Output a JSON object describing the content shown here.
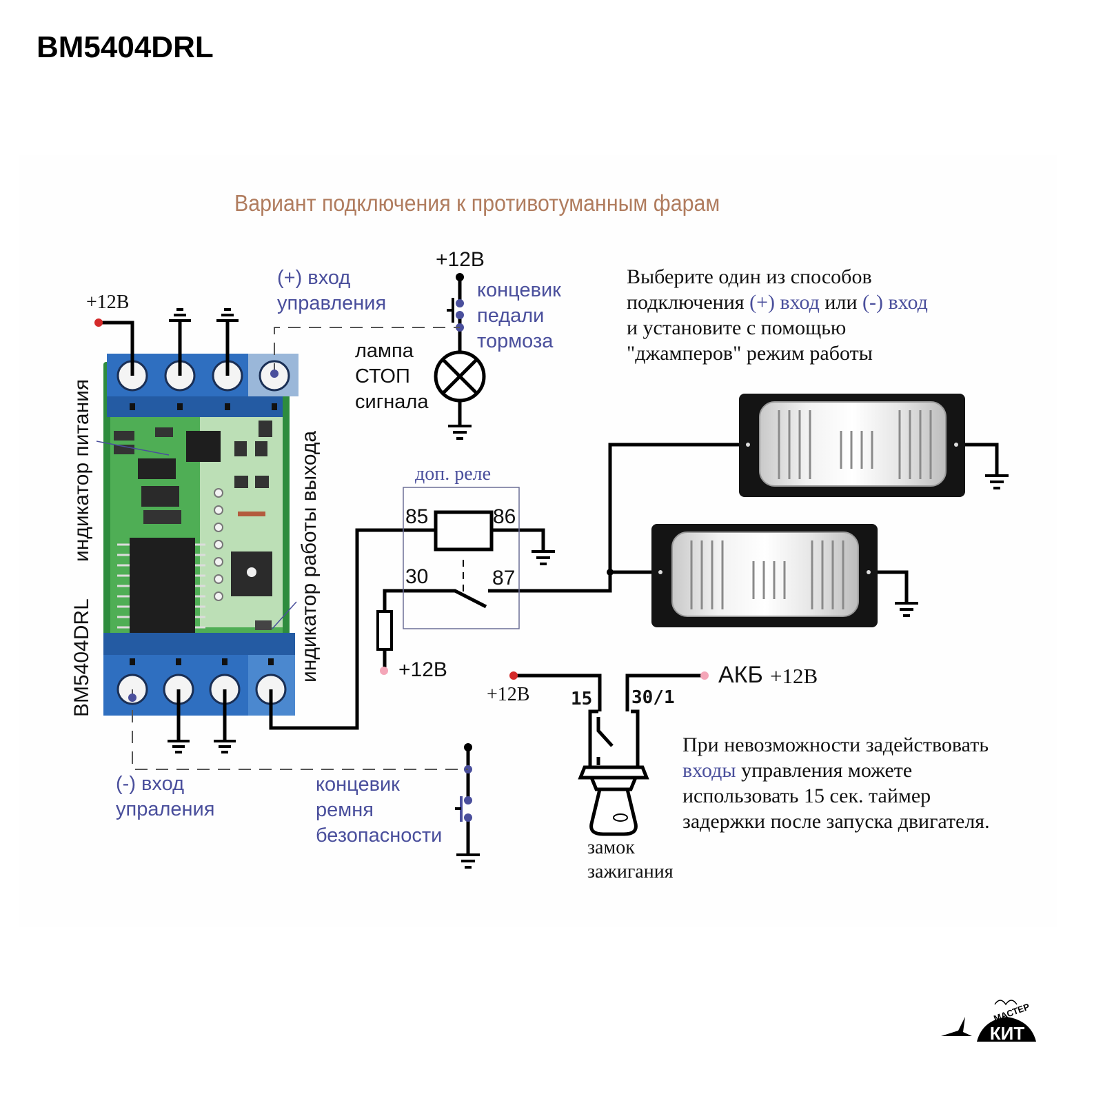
{
  "header": {
    "title": "BM5404DRL"
  },
  "diagram": {
    "subtitle": "Вариант подключения к противотуманным фарам",
    "module": {
      "name_vertical": "BM5404DRL",
      "power_indicator": "индикатор питания",
      "output_indicator": "индикатор работы выхода",
      "power_label": "+12В"
    },
    "plus_input": {
      "line1": "(+) вход",
      "line2": "управления"
    },
    "minus_input": {
      "line1": "(-) вход",
      "line2": "упраления"
    },
    "brake_switch": {
      "supply": "+12В",
      "line1": "концевик",
      "line2": "педали",
      "line3": "тормоза"
    },
    "stop_lamp": {
      "line1": "лампа",
      "line2": "СТОП",
      "line3": "сигнала"
    },
    "seatbelt_switch": {
      "line1": "концевик",
      "line2": "ремня",
      "line3": "безопасности"
    },
    "relay": {
      "title": "доп. реле",
      "pins": {
        "p85": "85",
        "p86": "86",
        "p30": "30",
        "p87": "87"
      },
      "fuse_supply": "+12В"
    },
    "ignition": {
      "supply_left": "+12В",
      "pin15": "15",
      "pin30": "30/1",
      "battery_label": "АКБ",
      "battery_voltage": "+12В",
      "line1": "замок",
      "line2": "зажигания"
    },
    "note_top": {
      "line1": "Выберите один из способов",
      "line2_a": "подключения ",
      "line2_b": "(+) вход",
      "line2_c": " или ",
      "line2_d": "(-) вход",
      "line3": "и установите с помощью",
      "line4": "\"джамперов\" режим работы"
    },
    "note_bottom": {
      "line1": "При невозможности задействовать",
      "line2_a": "входы",
      "line2_b": " управления можете",
      "line3": "использовать 15 сек. таймер",
      "line4": "задержки после запуска двигателя."
    },
    "colors": {
      "wire": "#000000",
      "signal_blue": "#4a4f9c",
      "title_brown": "#b07c5e",
      "terminal_blue": "#2f6fc0",
      "pcb_green": "#3d9a4a",
      "supply_red": "#d42a2a",
      "battery_pink": "#f4a6b8"
    }
  },
  "logo": {
    "top_text": "МАСТЕР",
    "main_text": "КИТ"
  }
}
